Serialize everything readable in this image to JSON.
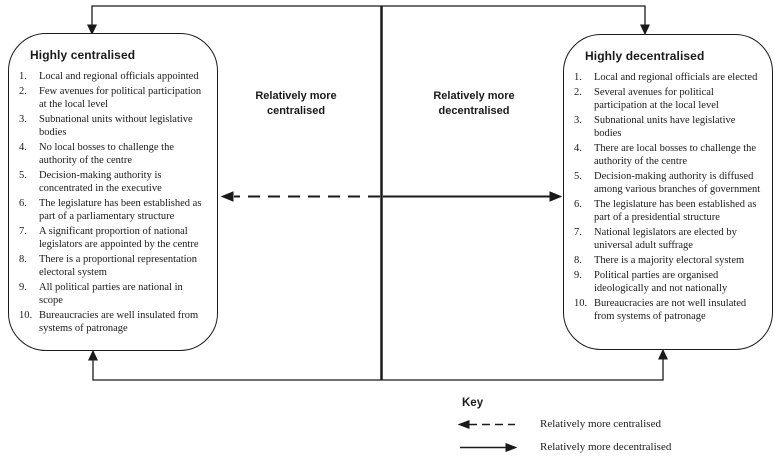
{
  "left_box": {
    "title": "Highly centralised",
    "items": [
      "Local and regional officials appointed",
      "Few avenues for political participation at the local level",
      "Subnational units without legislative bodies",
      "No local bosses to challenge the authority of the centre",
      "Decision-making authority is concentrated in the executive",
      "The legislature has been established as part of a parliamentary structure",
      "A significant proportion of national legislators are appointed by the centre",
      "There is a proportional representation electoral system",
      "All political parties are national in scope",
      "Bureaucracies are well insulated from systems of patronage"
    ]
  },
  "right_box": {
    "title": "Highly decentralised",
    "items": [
      "Local and regional officials are elected",
      "Several avenues for political participation at the local level",
      "Subnational units have legislative bodies",
      "There are local bosses to challenge the authority of the centre",
      "Decision-making authority is diffused among various branches of government",
      "The legislature has been established as part of a presidential structure",
      "National legislators are elected by universal adult suffrage",
      "There is a majority electoral system",
      "Political parties are organised ideologically and not nationally",
      "Bureaucracies are not well insulated from systems of patronage"
    ]
  },
  "axis_labels": {
    "left": {
      "line1": "Relatively more",
      "line2": "centralised"
    },
    "right": {
      "line1": "Relatively more",
      "line2": "decentralised"
    }
  },
  "key": {
    "title": "Key",
    "entries": [
      {
        "symbol": "dashed-left-arrow",
        "label": "Relatively more centralised"
      },
      {
        "symbol": "solid-right-arrow",
        "label": "Relatively more decentralised"
      }
    ]
  },
  "colors": {
    "ink": "#1a1a1a",
    "background": "#ffffff"
  }
}
